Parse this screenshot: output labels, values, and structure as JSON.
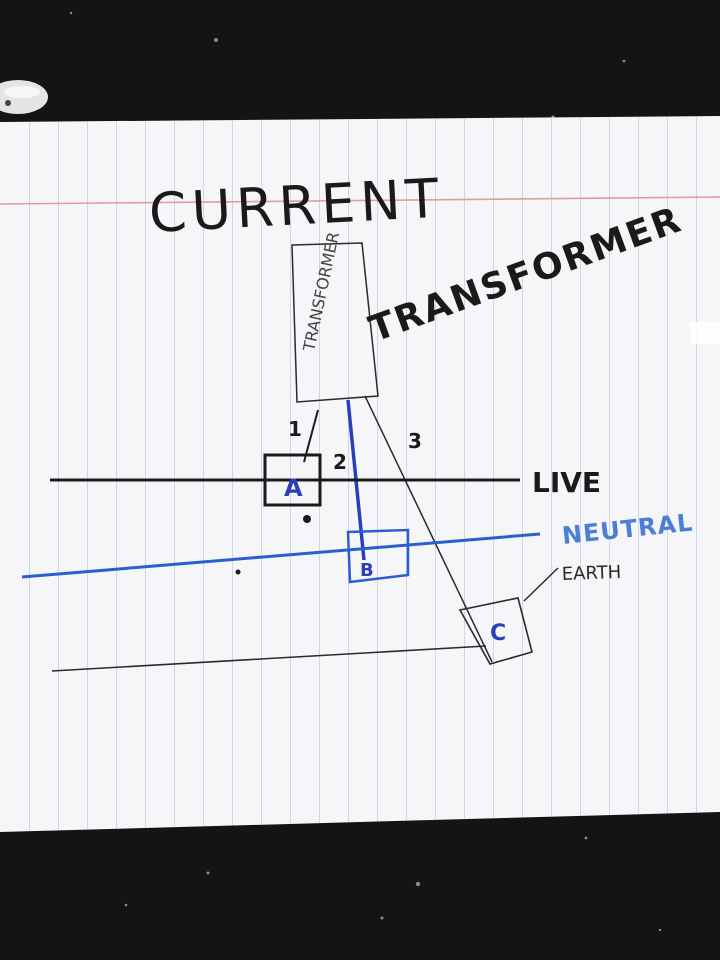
{
  "diagram": {
    "title": "CURRENT",
    "transformer_box_label": "TRANSFORMER",
    "transformer_label": "TRANSFORMER",
    "wire_numbers": [
      "1",
      "2",
      "3"
    ],
    "lines": {
      "live": "LIVE",
      "neutral": "NEUTRAL",
      "earth": "EARTH"
    },
    "junctions": {
      "a": "A",
      "b": "B",
      "c": "C"
    }
  },
  "colors": {
    "ink_black": "#1a1a1a",
    "ink_blue": "#2b3fb8",
    "neutral_label_blue": "#4a7fd6",
    "paper": "#f6f6f8",
    "rule_blue": "#b9c9e8",
    "margin_red": "#e69a9a",
    "background": "#141414"
  }
}
